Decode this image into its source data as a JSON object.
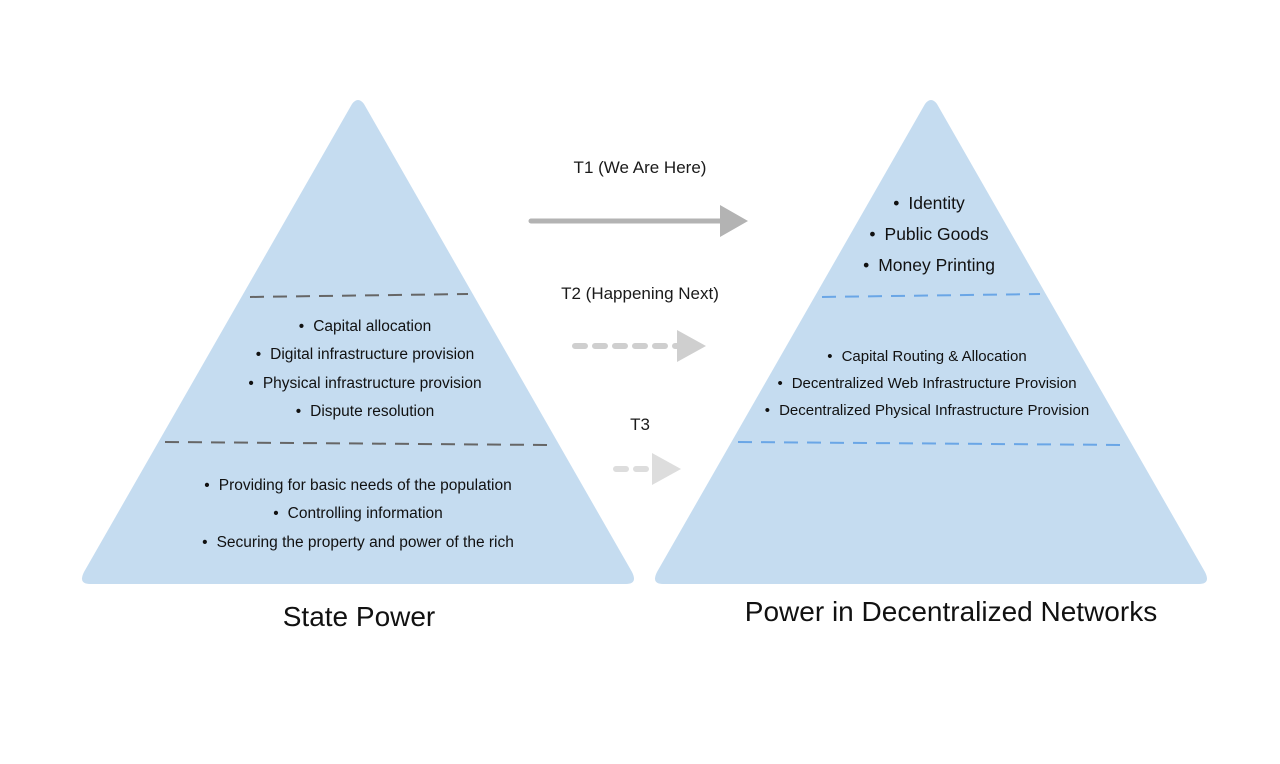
{
  "left_pyramid": {
    "title": "State Power",
    "middle_items": [
      "Capital allocation",
      "Digital infrastructure provision",
      "Physical infrastructure provision",
      "Dispute resolution"
    ],
    "bottom_items": [
      "Providing for basic needs of the population",
      "Controlling information",
      "Securing the property and power of the rich"
    ]
  },
  "right_pyramid": {
    "title": "Power in Decentralized Networks",
    "top_items": [
      "Identity",
      "Public Goods",
      "Money Printing"
    ],
    "middle_items": [
      "Capital Routing & Allocation",
      "Decentralized Web Infrastructure Provision",
      "Decentralized Physical Infrastructure Provision"
    ]
  },
  "arrows": [
    {
      "label": "T1 (We Are Here)",
      "color": "#b3b3b3",
      "style": "solid"
    },
    {
      "label": "T2 (Happening Next)",
      "color": "#cfcfcf",
      "style": "dashed"
    },
    {
      "label": "T3",
      "color": "#dddddd",
      "style": "dashed"
    }
  ],
  "colors": {
    "pyramid_fill": "#c5dcf0",
    "left_divider": "#666666",
    "right_divider": "#6aa6e6"
  }
}
